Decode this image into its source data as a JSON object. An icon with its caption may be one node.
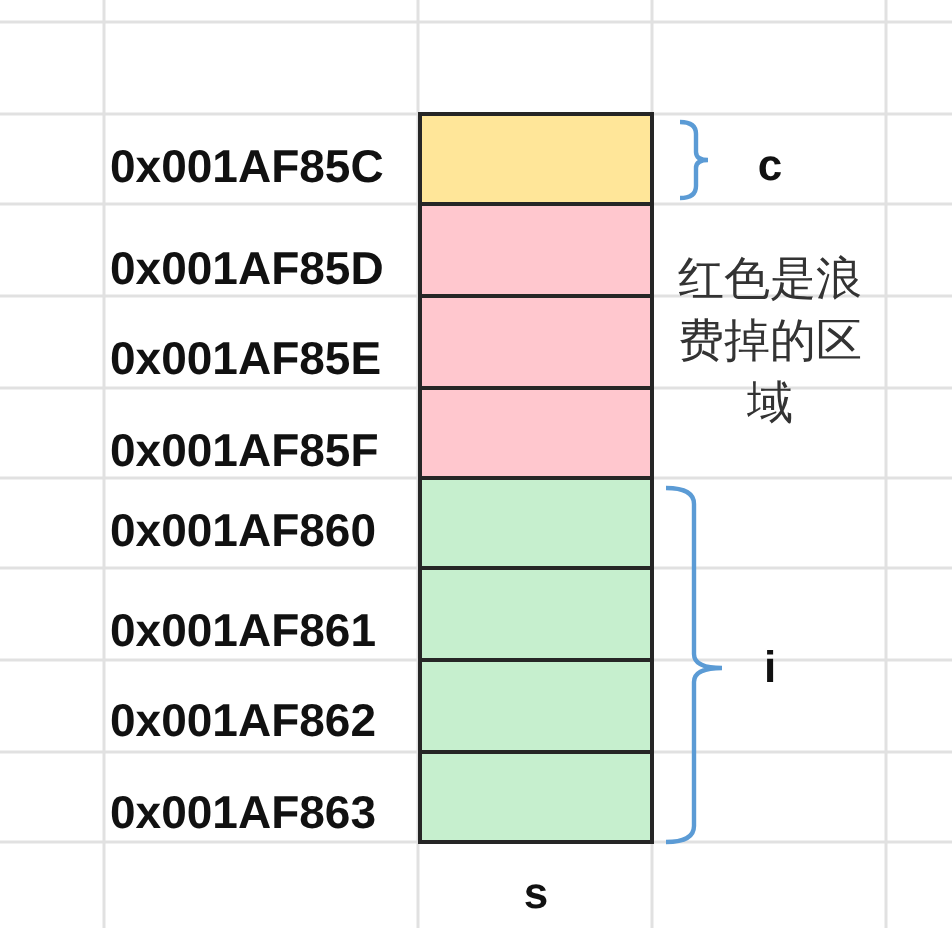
{
  "diagram": {
    "nodes": [
      {
        "text": [],
        "shape": "box",
        "beside": [
          "0x001AF85C"
        ]
      },
      {
        "text": [],
        "shape": "box",
        "beside": [
          "0x001AF85D"
        ]
      },
      {
        "text": [],
        "shape": "box",
        "beside": [
          "0x001AF85E"
        ]
      },
      {
        "text": [],
        "shape": "box",
        "beside": [
          "0x001AF85F"
        ]
      },
      {
        "text": [],
        "shape": "box",
        "beside": [
          "0x001AF860"
        ]
      },
      {
        "text": [],
        "shape": "box",
        "beside": [
          "0x001AF861"
        ]
      },
      {
        "text": [],
        "shape": "box",
        "beside": [
          "0x001AF862"
        ]
      },
      {
        "text": [],
        "shape": "box",
        "beside": [
          "0x001AF863"
        ]
      }
    ],
    "labels": [
      "c",
      "红色是浪费掉的区域",
      "i",
      "s"
    ]
  }
}
